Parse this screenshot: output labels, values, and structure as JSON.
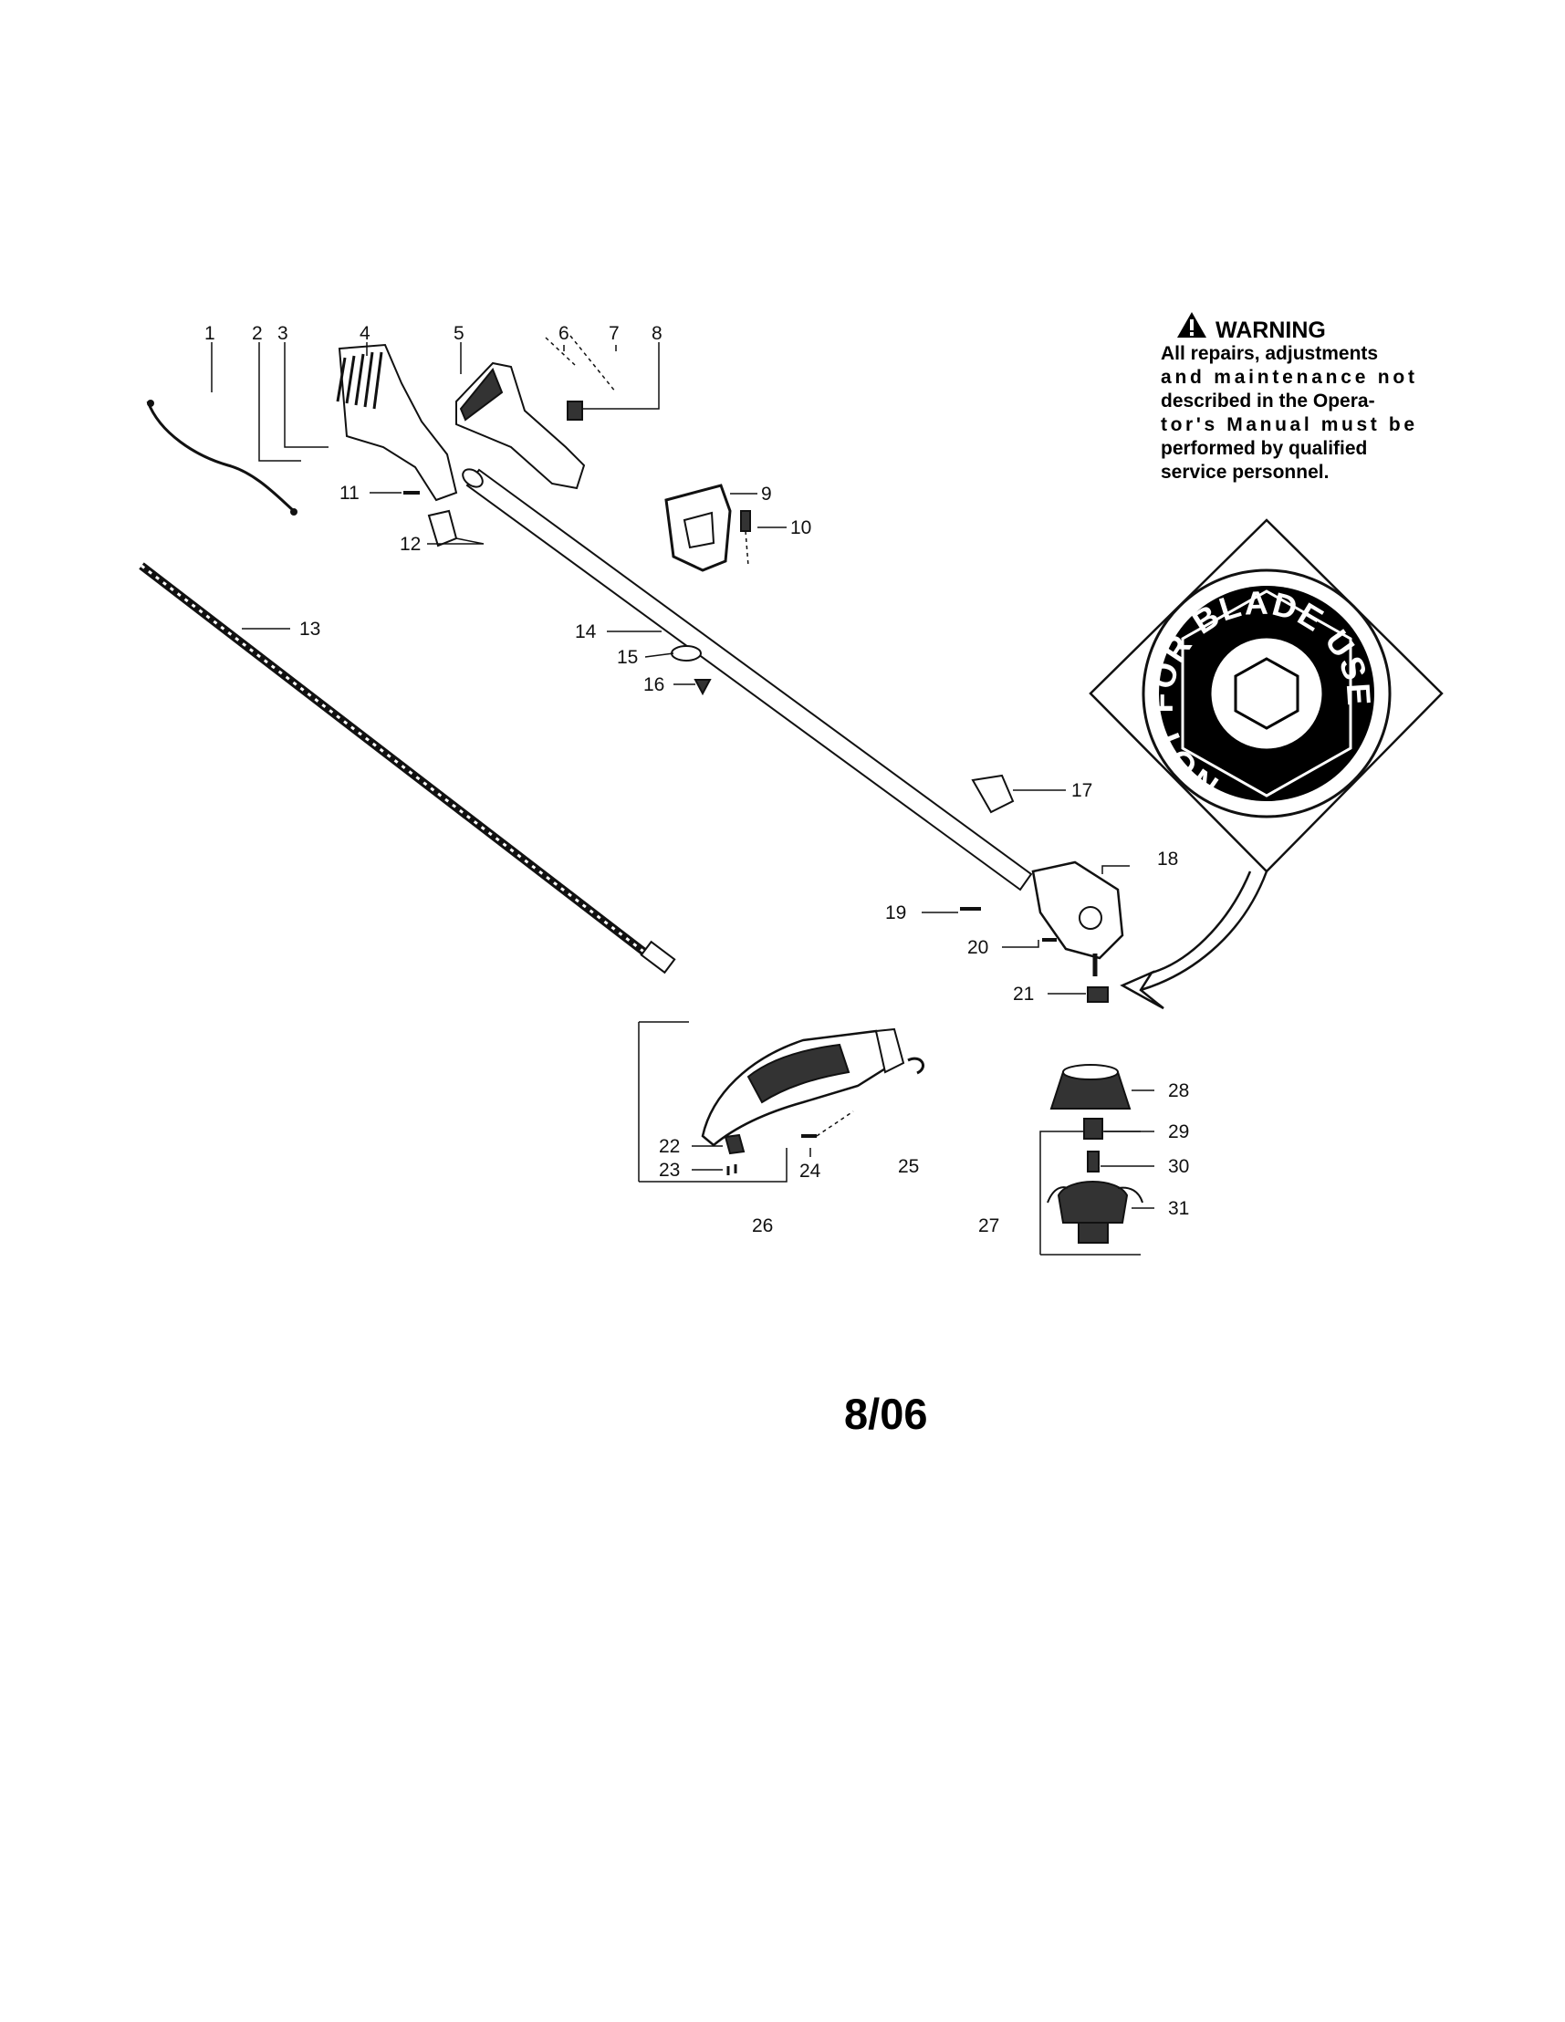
{
  "warning": {
    "title": "WARNING",
    "lines": [
      "All repairs, adjustments",
      "and maintenance not",
      "described in the Opera-",
      "tor's Manual must be",
      "performed by qualified",
      "service personnel."
    ]
  },
  "spool_callout": {
    "text": "NOT FOR BLADE USE"
  },
  "callouts": [
    "1",
    "2",
    "3",
    "4",
    "5",
    "6",
    "7",
    "8",
    "9",
    "10",
    "11",
    "12",
    "13",
    "14",
    "15",
    "16",
    "17",
    "18",
    "19",
    "20",
    "21",
    "22",
    "23",
    "24",
    "25",
    "26",
    "27",
    "28",
    "29",
    "30",
    "31"
  ],
  "date_code": "8/06"
}
